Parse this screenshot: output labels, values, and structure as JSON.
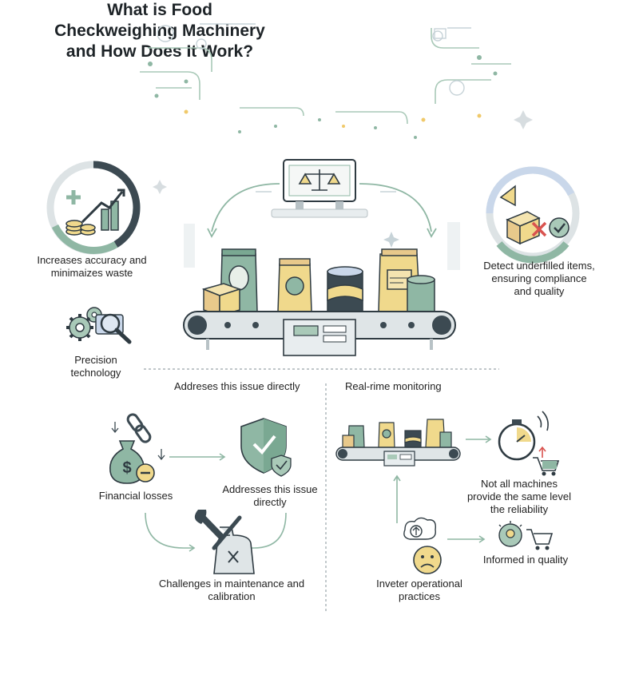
{
  "title": {
    "line1": "What is Food",
    "line2": "Checkweighing Machinery",
    "line3": "and How Does It Work?"
  },
  "left_top": {
    "benefit_line1": "Increases accuracy and",
    "benefit_line2": "minimaizes waste",
    "precision_line1": "Precision",
    "precision_line2": "technology"
  },
  "right_top": {
    "detect_line1": "Detect underfilled items,",
    "detect_line2": "ensuring compliance",
    "detect_line3": "and quality"
  },
  "sections": {
    "left_heading": "Addreses this issue directly",
    "right_heading": "Real-rime monitoring"
  },
  "left_bottom": {
    "financial": "Financial losses",
    "addresses_line1": "Addresses this issue",
    "addresses_line2": "directly",
    "challenges_line1": "Challenges in maintenance and",
    "challenges_line2": "calibration"
  },
  "right_bottom": {
    "not_all_line1": "Not all machines",
    "not_all_line2": "provide the same level",
    "not_all_line3": "the reliability",
    "informed": "Informed in quality",
    "inveter_line1": "Inveter operational",
    "inveter_line2": "practices"
  },
  "colors": {
    "sage": "#8fb7a4",
    "dark_slate": "#3c4a52",
    "yellow": "#f0d98c",
    "light_blue": "#c9d7ea",
    "cream": "#f4e4b0",
    "red": "#d9534f"
  }
}
